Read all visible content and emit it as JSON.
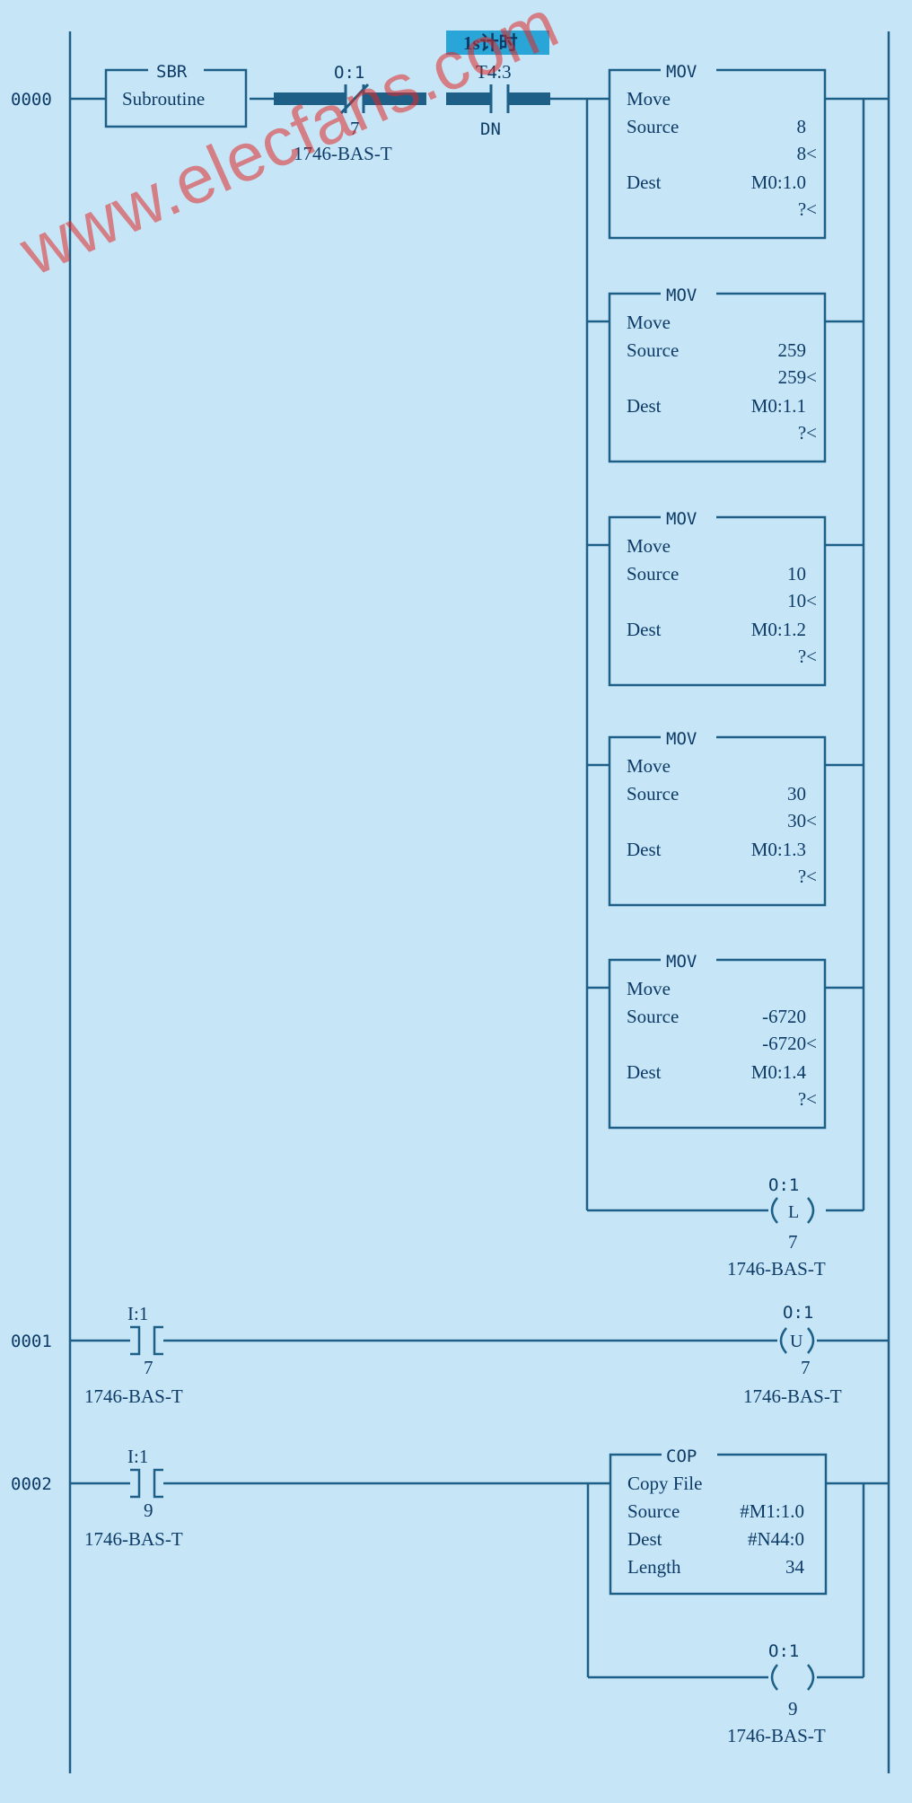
{
  "colors": {
    "background": "#c6e6f8",
    "line": "#1d5f86",
    "text": "#0d3b66",
    "highlight": "#2aa5d8",
    "watermark": "#e02828"
  },
  "watermark": "www.elecfans.com",
  "rungs": [
    {
      "number": "0000",
      "sbr": {
        "title": "SBR",
        "text": "Subroutine"
      },
      "contact1": {
        "address": "O:1",
        "bit": "7",
        "module": "1746-BAS-T"
      },
      "contact2": {
        "label": "1s计时",
        "address": "T4:3",
        "bit": "DN"
      },
      "movs": [
        {
          "title": "MOV",
          "name": "Move",
          "source_label": "Source",
          "source": "8",
          "source_value": "8<",
          "dest_label": "Dest",
          "dest": "M0:1.0",
          "dest_value": "?<"
        },
        {
          "title": "MOV",
          "name": "Move",
          "source_label": "Source",
          "source": "259",
          "source_value": "259<",
          "dest_label": "Dest",
          "dest": "M0:1.1",
          "dest_value": "?<"
        },
        {
          "title": "MOV",
          "name": "Move",
          "source_label": "Source",
          "source": "10",
          "source_value": "10<",
          "dest_label": "Dest",
          "dest": "M0:1.2",
          "dest_value": "?<"
        },
        {
          "title": "MOV",
          "name": "Move",
          "source_label": "Source",
          "source": "30",
          "source_value": "30<",
          "dest_label": "Dest",
          "dest": "M0:1.3",
          "dest_value": "?<"
        },
        {
          "title": "MOV",
          "name": "Move",
          "source_label": "Source",
          "source": "-6720",
          "source_value": "-6720<",
          "dest_label": "Dest",
          "dest": "M0:1.4",
          "dest_value": "?<"
        }
      ],
      "coil": {
        "address": "O:1",
        "type": "L",
        "bit": "7",
        "module": "1746-BAS-T"
      }
    },
    {
      "number": "0001",
      "contact": {
        "address": "I:1",
        "bit": "7",
        "module": "1746-BAS-T"
      },
      "coil": {
        "address": "O:1",
        "type": "U",
        "bit": "7",
        "module": "1746-BAS-T"
      }
    },
    {
      "number": "0002",
      "contact": {
        "address": "I:1",
        "bit": "9",
        "module": "1746-BAS-T"
      },
      "cop": {
        "title": "COP",
        "name": "Copy File",
        "source_label": "Source",
        "source": "#M1:1.0",
        "dest_label": "Dest",
        "dest": "#N44:0",
        "length_label": "Length",
        "length": "34"
      },
      "coil": {
        "address": "O:1",
        "type": " ",
        "bit": "9",
        "module": "1746-BAS-T"
      }
    }
  ]
}
